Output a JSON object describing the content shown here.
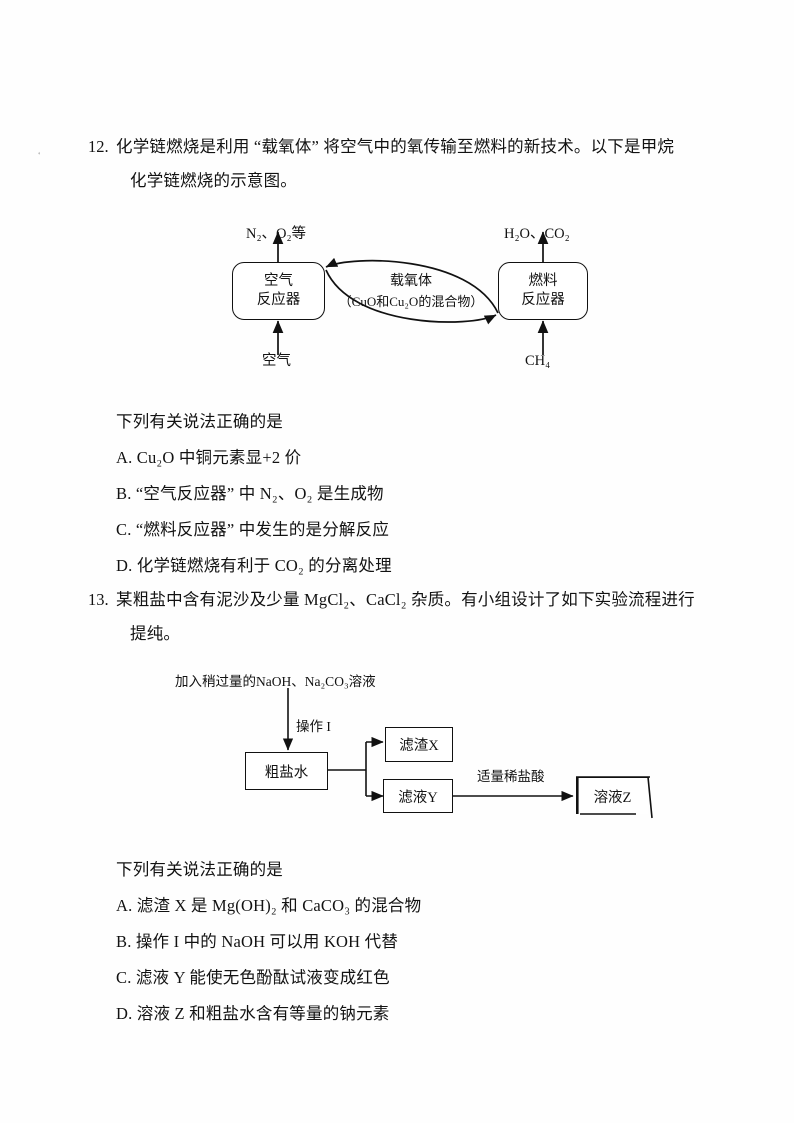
{
  "page": {
    "margin_mark": "ʻ"
  },
  "question12": {
    "number": "12.",
    "stem_line1": "化学链燃烧是利用 “载氧体” 将空气中的氧传输至燃料的新技术。以下是甲烷",
    "stem_line2": "化学链燃烧的示意图。",
    "diagram": {
      "top_left_label": "N₂、O₂等",
      "top_right_label": "H₂O、CO₂",
      "bottom_left_label": "空气",
      "bottom_right_label": "CH₄",
      "left_box_line1": "空气",
      "left_box_line2": "反应器",
      "right_box_line1": "燃料",
      "right_box_line2": "反应器",
      "center_line1": "载氧体",
      "center_line2": "（CuO和Cu₂O的混合物）"
    },
    "prompt": "下列有关说法正确的是",
    "options": [
      "A. Cu₂O 中铜元素显+2 价",
      "B. “空气反应器” 中 N₂、O₂ 是生成物",
      "C. “燃料反应器” 中发生的是分解反应",
      "D. 化学链燃烧有利于 CO₂ 的分离处理"
    ]
  },
  "question13": {
    "number": "13.",
    "stem_line1": "某粗盐中含有泥沙及少量 MgCl₂、CaCl₂ 杂质。有小组设计了如下实验流程进行",
    "stem_line2": "提纯。",
    "diagram": {
      "reagent_label": "加入稍过量的NaOH、Na₂CO₃溶液",
      "operation_label": "操作 I",
      "box_crude": "粗盐水",
      "box_residue": "滤渣X",
      "box_filtrate": "滤液Y",
      "box_solution": "溶液Z",
      "acid_label": "适量稀盐酸"
    },
    "prompt": "下列有关说法正确的是",
    "options": [
      "A. 滤渣 X 是 Mg(OH)₂ 和 CaCO₃ 的混合物",
      "B. 操作 I 中的 NaOH 可以用 KOH 代替",
      "C. 滤液 Y 能使无色酚酞试液变成红色",
      "D. 溶液 Z 和粗盐水含有等量的钠元素"
    ]
  }
}
